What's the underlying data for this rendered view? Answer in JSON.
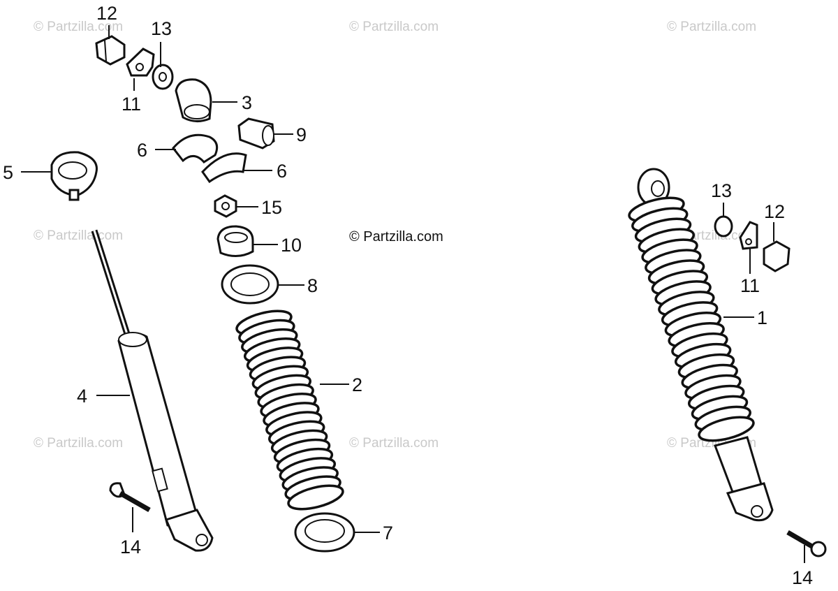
{
  "watermarks": {
    "tl": "© Partzilla.com",
    "tc": "© Partzilla.com",
    "tr": "© Partzilla.com",
    "ml": "© Partzilla.com",
    "center": "© Partzilla.com",
    "bl": "© Partzilla.com",
    "bc": "© Partzilla.com",
    "br": "© Partzilla.com",
    "rm": "© Partzilla.com"
  },
  "callouts": {
    "c12a": "12",
    "c13a": "13",
    "c11a": "11",
    "c3": "3",
    "c9": "9",
    "c6a": "6",
    "c6b": "6",
    "c5": "5",
    "c15": "15",
    "c10": "10",
    "c8": "8",
    "c2": "2",
    "c4": "4",
    "c14a": "14",
    "c7": "7",
    "c13b": "13",
    "c12b": "12",
    "c11b": "11",
    "c1": "1",
    "c14b": "14"
  }
}
